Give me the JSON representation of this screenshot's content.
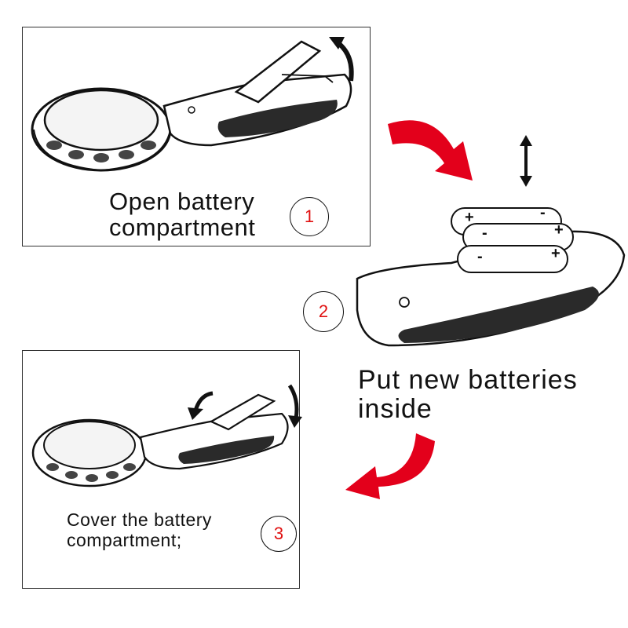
{
  "colors": {
    "accent_red": "#e01010",
    "arrow_red": "#e3001b",
    "ink": "#111111",
    "grip": "#2a2a2a"
  },
  "steps": [
    {
      "number": "1",
      "caption_lines": [
        "Open battery",
        "compartment"
      ],
      "illustration": "magnifier-open-battery-cover",
      "motion_icon": "curved-arrow-up-icon"
    },
    {
      "number": "2",
      "caption_lines": [
        "Put new batteries",
        "inside"
      ],
      "illustration": "batteries-into-compartment",
      "motion_icon": "double-arrow-vertical-icon",
      "batteries": [
        {
          "left_mark": "+",
          "right_mark": "-"
        },
        {
          "left_mark": "-",
          "right_mark": "+"
        },
        {
          "left_mark": "-",
          "right_mark": "+"
        }
      ]
    },
    {
      "number": "3",
      "caption_lines": [
        "Cover the battery",
        "compartment;"
      ],
      "illustration": "magnifier-close-battery-cover",
      "motion_icon": "curved-arrow-down-icon"
    }
  ],
  "flow_arrows": [
    "red-curved-arrow-step1-to-step2",
    "red-curved-arrow-step2-to-step3"
  ]
}
